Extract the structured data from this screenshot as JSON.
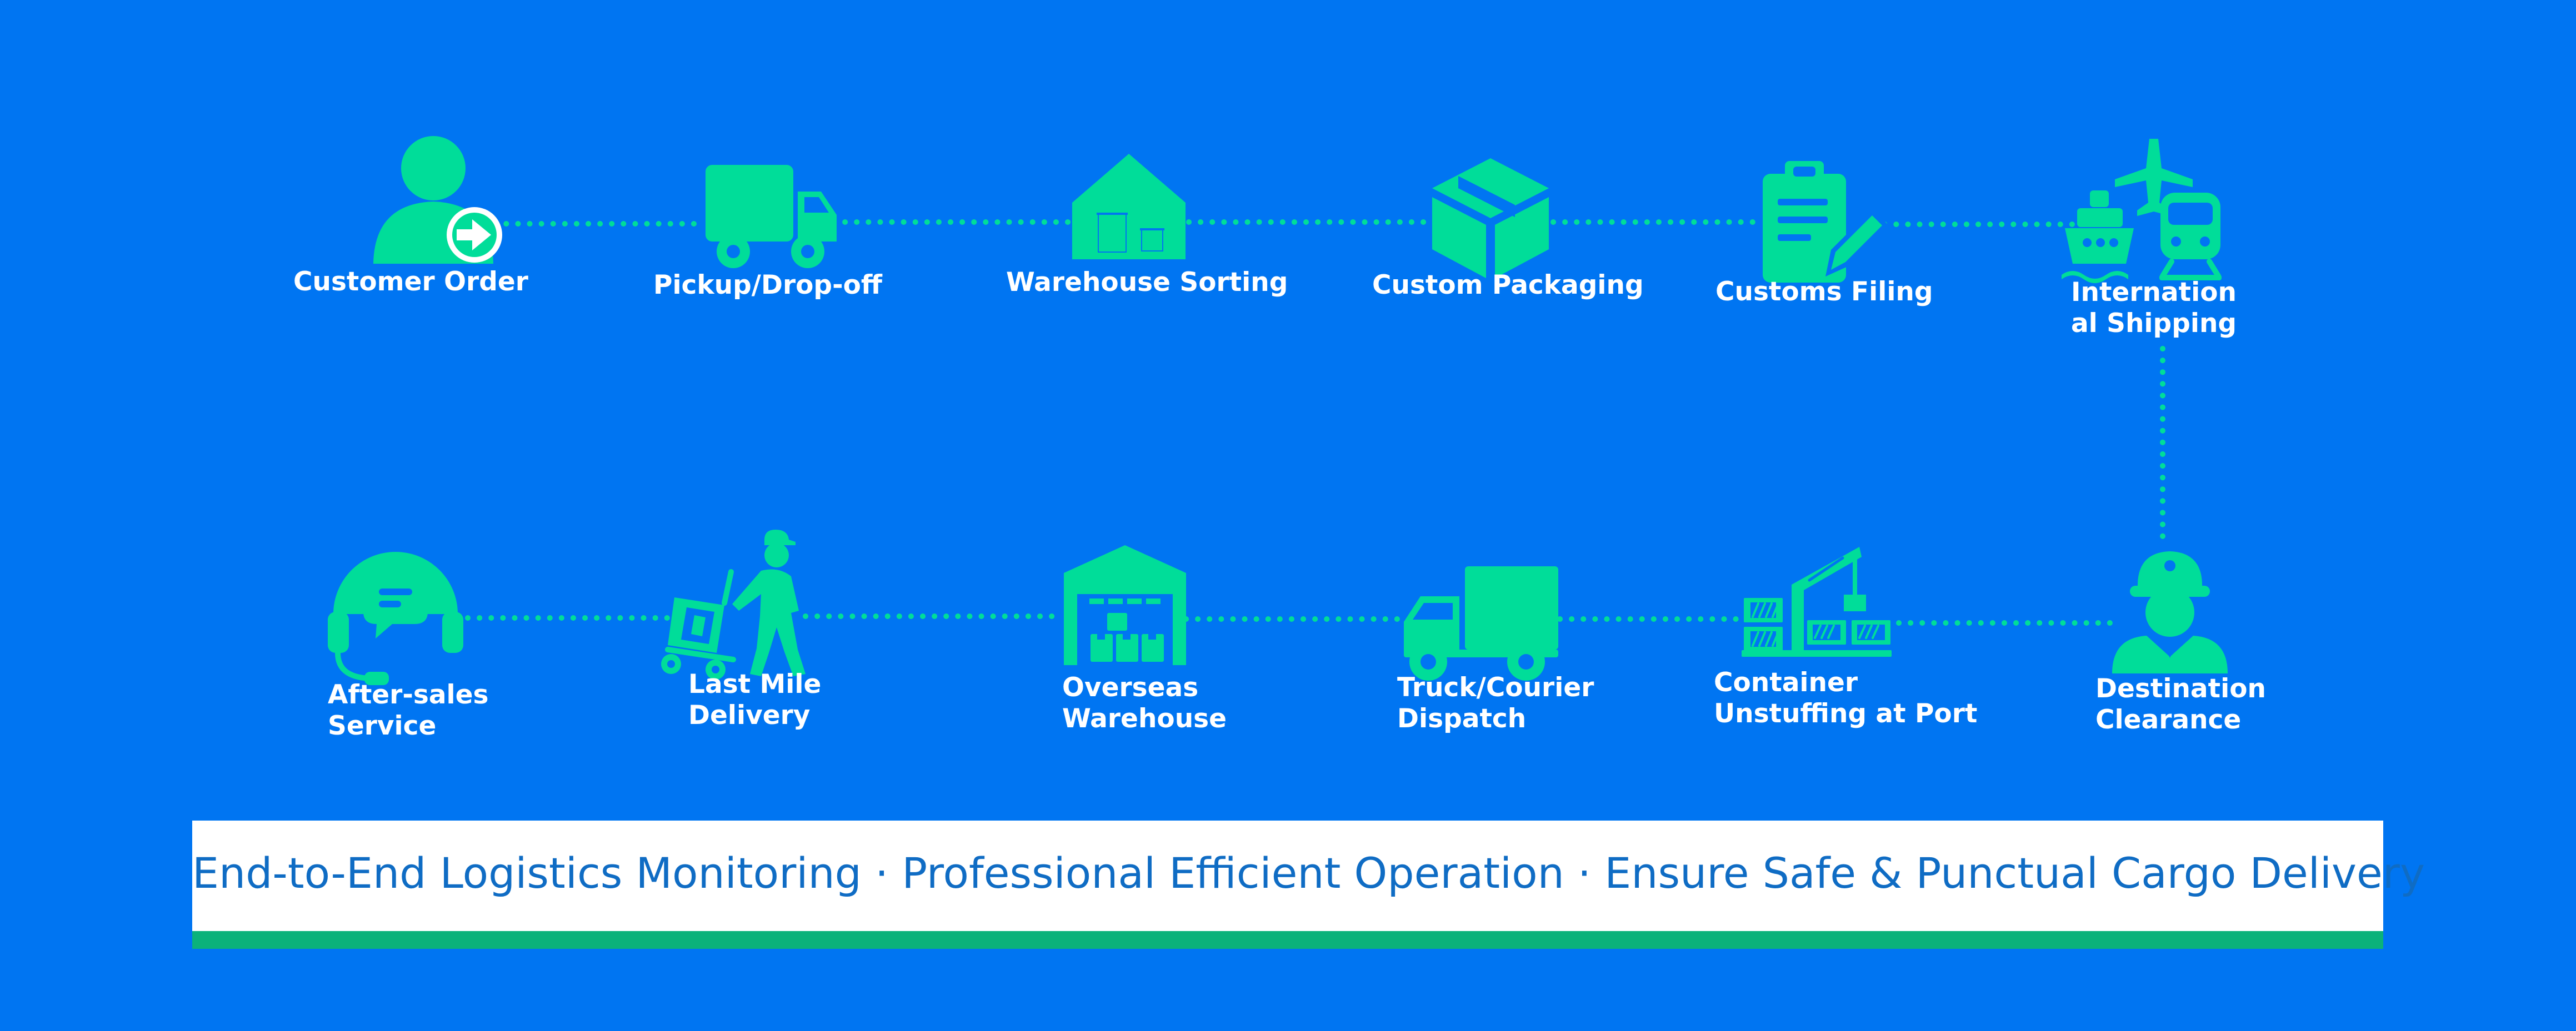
{
  "colors": {
    "background": "#0075F2",
    "icon": "#00DD99",
    "connector": "#00DD99",
    "label_text": "#FFFFFF",
    "banner_background": "#FFFFFF",
    "banner_text": "#0F6CC4",
    "banner_stripe": "#0BB27A"
  },
  "flow": {
    "steps": [
      {
        "id": "customer-order",
        "icon": "user-arrow-icon",
        "lines": [
          "Customer Order"
        ]
      },
      {
        "id": "pickup-dropoff",
        "icon": "truck-icon",
        "lines": [
          "Pickup/Drop-off"
        ]
      },
      {
        "id": "warehouse-sorting",
        "icon": "warehouse-icon",
        "lines": [
          "Warehouse Sorting"
        ]
      },
      {
        "id": "custom-packaging",
        "icon": "package-box-icon",
        "lines": [
          "Custom Packaging"
        ]
      },
      {
        "id": "customs-filing",
        "icon": "clipboard-pencil-icon",
        "lines": [
          "Customs Filing"
        ]
      },
      {
        "id": "international-shipping",
        "icon": "ship-plane-train-icon",
        "lines": [
          "Internation",
          "al Shipping"
        ]
      },
      {
        "id": "destination-clearance",
        "icon": "customs-officer-icon",
        "lines": [
          "Destination",
          "Clearance"
        ]
      },
      {
        "id": "container-unstuffing",
        "icon": "port-crane-icon",
        "lines": [
          "Container",
          "Unstuffing at Port"
        ]
      },
      {
        "id": "truck-courier-dispatch",
        "icon": "delivery-truck-icon",
        "lines": [
          "Truck/Courier",
          "Dispatch"
        ]
      },
      {
        "id": "overseas-warehouse",
        "icon": "overseas-warehouse-icon",
        "lines": [
          "Overseas",
          "Warehouse"
        ]
      },
      {
        "id": "last-mile-delivery",
        "icon": "hand-truck-courier-icon",
        "lines": [
          "Last Mile",
          "Delivery"
        ]
      },
      {
        "id": "after-sales-service",
        "icon": "headset-chat-icon",
        "lines": [
          "After-sales",
          "Service"
        ]
      }
    ]
  },
  "banner": {
    "text": "End-to-End Logistics Monitoring · Professional Efficient Operation · Ensure Safe & Punctual Cargo Delivery"
  }
}
